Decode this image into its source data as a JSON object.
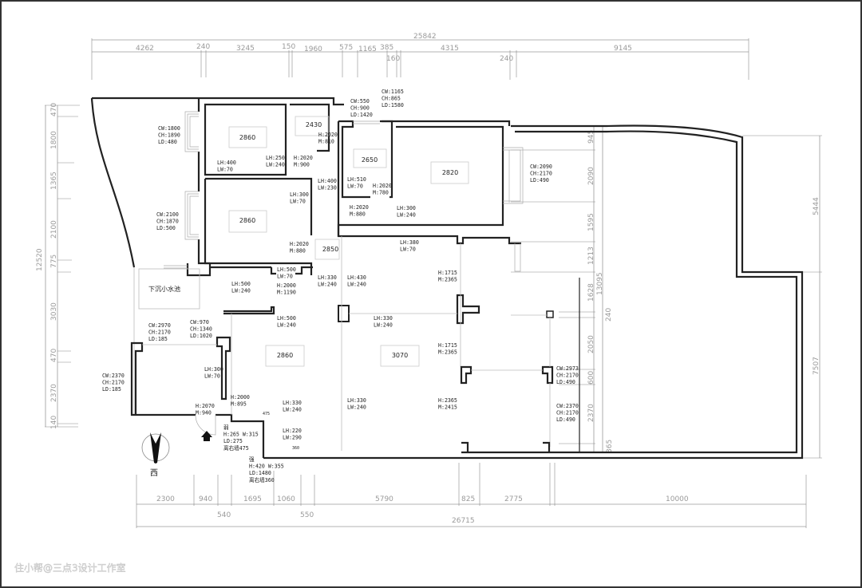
{
  "dims": {
    "top_total": "25842",
    "top": [
      "4262",
      "240",
      "3245",
      "150",
      "1960",
      "575",
      "1165",
      "385",
      "160",
      "4315",
      "240",
      "9145"
    ],
    "bottom": [
      "2300",
      "940",
      "1695",
      "1060",
      "5790",
      "825",
      "2775",
      "10000"
    ],
    "bottom_sub": [
      "540",
      "550"
    ],
    "bottom_total": "26715",
    "left": [
      "470",
      "1800",
      "1365",
      "2100",
      "775",
      "3030",
      "470",
      "2370",
      "140"
    ],
    "left_total": "12520",
    "right_inner": [
      "945",
      "2090",
      "1595",
      "1213",
      "1628",
      "2050",
      "600",
      "2370",
      "365"
    ],
    "right_inner_total": "13095",
    "right_inner_extra": "240",
    "right_outer": [
      "5444",
      "7507"
    ]
  },
  "ceilings": [
    "2860",
    "2430",
    "2650",
    "2820",
    "2860",
    "2850",
    "2860",
    "3070"
  ],
  "annotations": [
    [
      "CW:1800",
      "CH:1890",
      "LD:480"
    ],
    [
      "CW:2100",
      "CH:1870",
      "LD:500"
    ],
    [
      "LH:400",
      "LW:70"
    ],
    [
      "LH:250",
      "LW:240"
    ],
    [
      "H:2020",
      "M:900"
    ],
    [
      "H:2020",
      "M:810"
    ],
    [
      "CW:550",
      "CH:900",
      "LD:1420"
    ],
    [
      "CW:1165",
      "CH:865",
      "LD:1580"
    ],
    [
      "LH:400",
      "LW:230"
    ],
    [
      "LH:510",
      "LW:70"
    ],
    [
      "H:2020",
      "M:780"
    ],
    [
      "H:2020",
      "M:880"
    ],
    [
      "LH:300",
      "LW:240"
    ],
    [
      "CW:2090",
      "CH:2170",
      "LD:490"
    ],
    [
      "LH:300",
      "LW:70"
    ],
    [
      "H:2020",
      "M:880"
    ],
    [
      "LH:380",
      "LW:70"
    ],
    [
      "LH:500",
      "LW:70"
    ],
    [
      "H:2000",
      "M:1190"
    ],
    [
      "LH:330",
      "LW:240"
    ],
    [
      "LH:430",
      "LW:240"
    ],
    [
      "LH:500",
      "LW:240"
    ],
    [
      "H:1715",
      "M:2365"
    ],
    [
      "LH:500",
      "LW:240"
    ],
    [
      "LH:330",
      "LW:240"
    ],
    [
      "CW:2970",
      "CH:2170",
      "LD:185"
    ],
    [
      "CW:970",
      "CH:1340",
      "LD:1020"
    ],
    [
      "H:1715",
      "M:2365"
    ],
    [
      "LH:300",
      "LW:70"
    ],
    [
      "CW:2370",
      "CH:2170",
      "LD:185"
    ],
    [
      "CW:2973",
      "CH:2170",
      "LD:490"
    ],
    [
      "H:2000",
      "M:895"
    ],
    [
      "LH:330",
      "LW:240"
    ],
    [
      "LH:330",
      "LW:240"
    ],
    [
      "H:2365",
      "M:2415"
    ],
    [
      "CW:2370",
      "CH:2170",
      "LD:490"
    ],
    [
      "H:2070",
      "M:940"
    ],
    [
      "弱",
      "H:265 W:315",
      "LD:275",
      "离右墙475"
    ],
    [
      "LH:220",
      "LW:290"
    ],
    [
      "强",
      "H:420 W:355",
      "LD:1480",
      "离右墙360"
    ]
  ],
  "small_marks": [
    "475",
    "360"
  ],
  "room_label": "下沉小水池",
  "compass_label": "西",
  "watermark": "住小帮@三点3设计工作室",
  "colors": {
    "wall": "#222222",
    "dimension": "#9a9a9a",
    "frame": "#333333"
  }
}
